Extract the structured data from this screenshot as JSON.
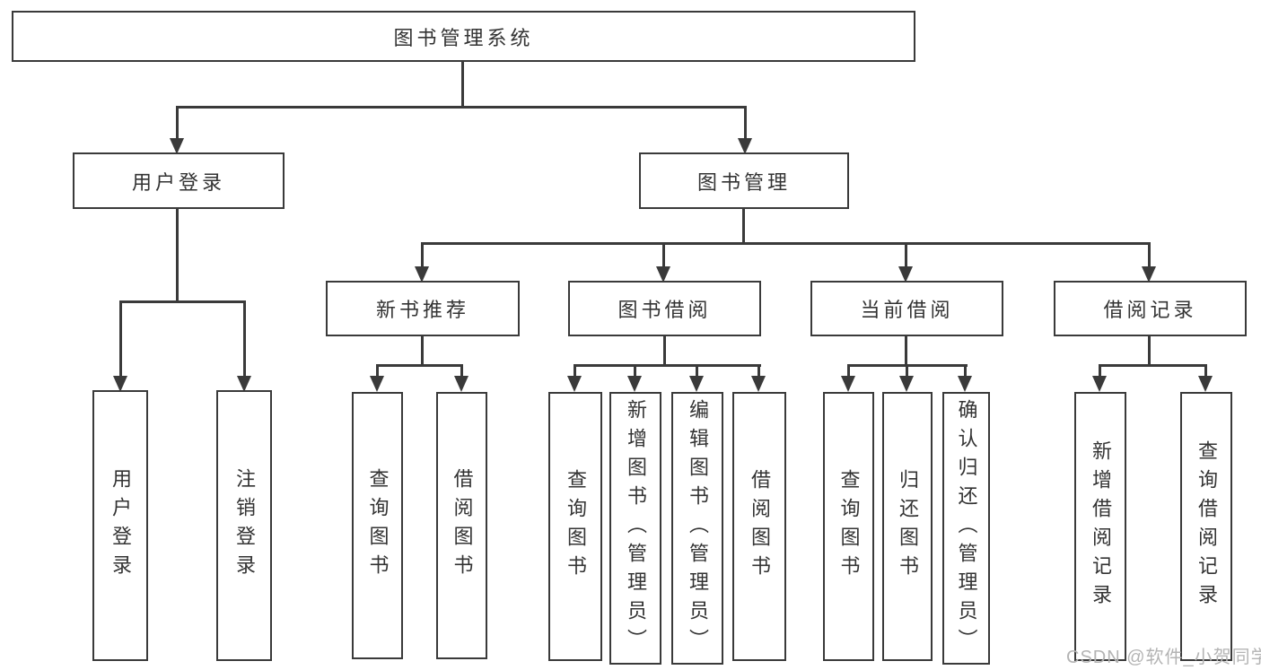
{
  "diagram": {
    "type": "tree",
    "root": {
      "label": "图书管理系统",
      "children": [
        {
          "label": "用户登录",
          "children": [
            {
              "label": "用户登录"
            },
            {
              "label": "注销登录"
            }
          ]
        },
        {
          "label": "图书管理",
          "children": [
            {
              "label": "新书推荐",
              "children": [
                {
                  "label": "查询图书"
                },
                {
                  "label": "借阅图书"
                }
              ]
            },
            {
              "label": "图书借阅",
              "children": [
                {
                  "label": "查询图书"
                },
                {
                  "label": "新增图书（管理员）"
                },
                {
                  "label": "编辑图书（管理员）"
                },
                {
                  "label": "借阅图书"
                }
              ]
            },
            {
              "label": "当前借阅",
              "children": [
                {
                  "label": "查询图书"
                },
                {
                  "label": "归还图书"
                },
                {
                  "label": "确认归还（管理员）"
                }
              ]
            },
            {
              "label": "借阅记录",
              "children": [
                {
                  "label": "新增借阅记录"
                },
                {
                  "label": "查询借阅记录"
                }
              ]
            }
          ]
        }
      ]
    }
  },
  "watermark": {
    "text": "CSDN @软件_小贺同学"
  },
  "colors": {
    "line": "#3a3a3a",
    "text": "#333333",
    "background": "#ffffff",
    "watermark": "#b4b4b4"
  }
}
